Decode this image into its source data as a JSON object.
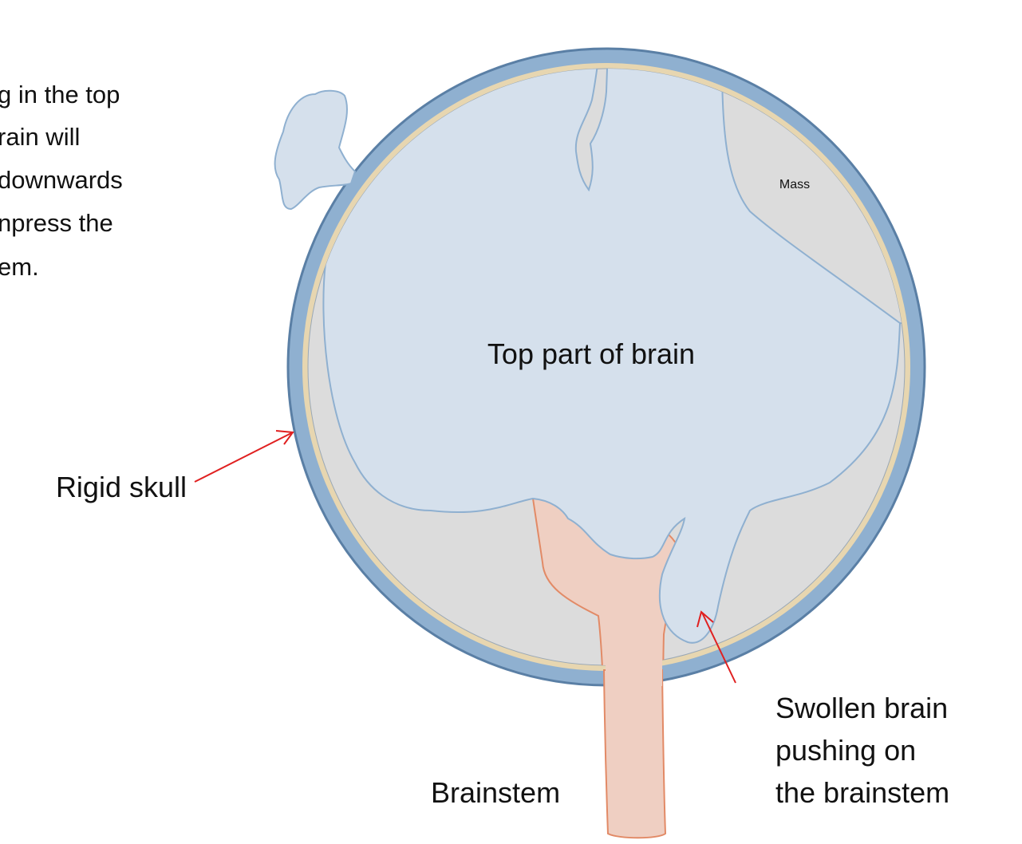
{
  "intro_text": {
    "lines": [
      "g in the top",
      "rain will",
      "downwards",
      "npress the",
      "em."
    ]
  },
  "labels": {
    "top_brain": "Top part of brain",
    "mass": "Mass",
    "rigid_skull": "Rigid skull",
    "brainstem": "Brainstem",
    "swollen": [
      "Swollen brain",
      "pushing on",
      "the brainstem"
    ]
  },
  "colors": {
    "skull": "#8fb0d0",
    "skull_edge": "#5a7fa5",
    "membrane": "#e7d6b0",
    "cavity": "#dcdcdc",
    "brain": "#d5e0ec",
    "brain_edge": "#8fb0d0",
    "brainstem": "#efcfc2",
    "brainstem_edge": "#e28a66",
    "arrow": "#e02020"
  }
}
